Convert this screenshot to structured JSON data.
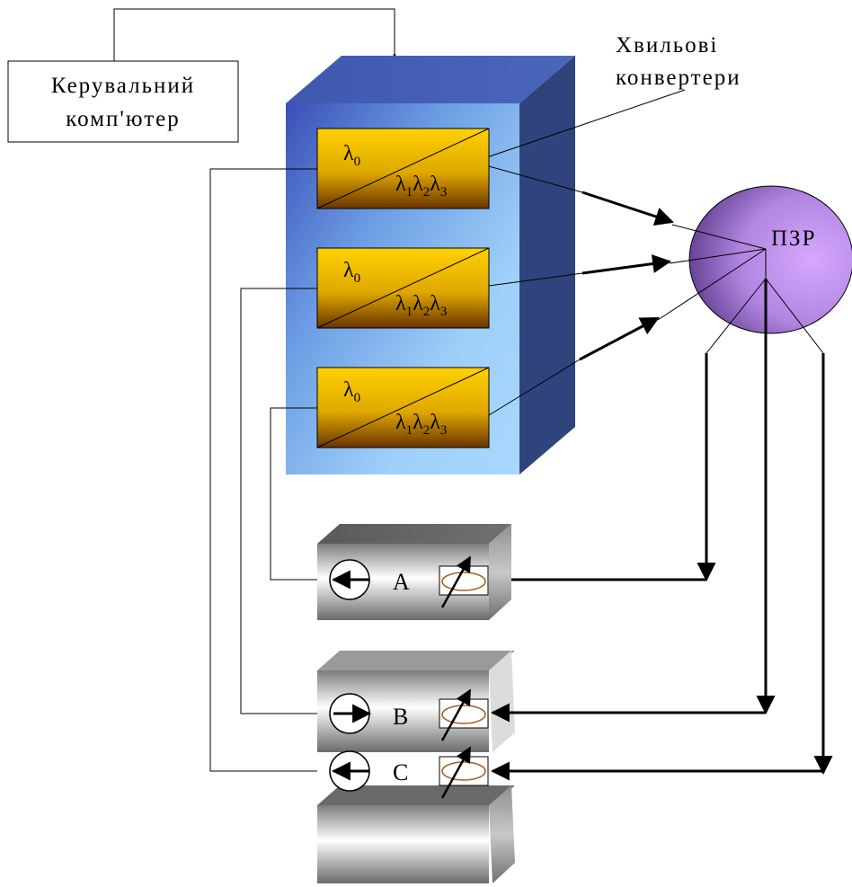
{
  "computer": {
    "line1": "Керувальний",
    "line2": "комп'ютер"
  },
  "converters_caption": {
    "line1": "Хвильові",
    "line2": "конвертери"
  },
  "router_label": "ПЗР",
  "converters": [
    {
      "input": "λ",
      "input_sub": "0",
      "outputs": [
        {
          "s": "λ",
          "sub": "1"
        },
        {
          "s": "λ",
          "sub": "2"
        },
        {
          "s": "λ",
          "sub": "3"
        }
      ]
    },
    {
      "input": "λ",
      "input_sub": "0",
      "outputs": [
        {
          "s": "λ",
          "sub": "1"
        },
        {
          "s": "λ",
          "sub": "2"
        },
        {
          "s": "λ",
          "sub": "3"
        }
      ]
    },
    {
      "input": "λ",
      "input_sub": "0",
      "outputs": [
        {
          "s": "λ",
          "sub": "1"
        },
        {
          "s": "λ",
          "sub": "2"
        },
        {
          "s": "λ",
          "sub": "3"
        }
      ]
    }
  ],
  "nodes": [
    {
      "label": "A"
    },
    {
      "label": "B"
    },
    {
      "label": "C"
    }
  ],
  "colors": {
    "rack_front": "#7fb4ef",
    "rack_side": "#2f447d",
    "rack_top": "#4760b0",
    "converter_gold": "#f2c200",
    "router": "#c39be8",
    "detector_ring": "#b05a1a"
  }
}
